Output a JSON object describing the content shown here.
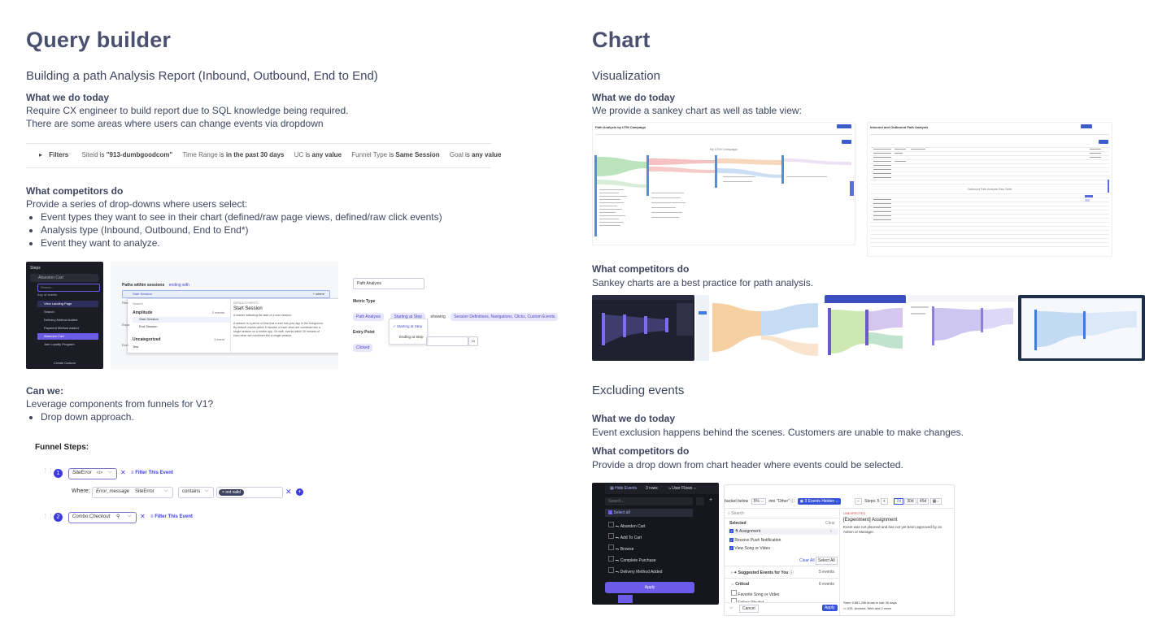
{
  "left": {
    "title": "Query builder",
    "subtitle": "Building a path Analysis Report (Inbound, Outbound, End to End)",
    "today_heading": "What we do today",
    "today_lines": [
      "Require CX engineer to build report due to SQL knowledge being required.",
      "There are some areas where users can change events via dropdown"
    ],
    "filters": {
      "label": "Filters",
      "items": [
        {
          "k": "Siteid",
          "op": "is",
          "v": "\"913-dumbgoodcom\""
        },
        {
          "k": "Time Range",
          "op": "is",
          "v": "in the past 30 days"
        },
        {
          "k": "UC",
          "op": "is",
          "v": "any value"
        },
        {
          "k": "Funnel Type",
          "op": "is",
          "v": "Same Session"
        },
        {
          "k": "Goal",
          "op": "is",
          "v": "any value"
        }
      ]
    },
    "competitors_heading": "What competitors do",
    "competitors_intro": "Provide a series of drop-downs where users select:",
    "competitors_bullets": [
      "Event types they want to see in their chart (defined/raw page views, defined/raw click events)",
      "Analysis type (Inbound, Outbound, End to End*)",
      "Event they want to analyze."
    ],
    "shot1": {
      "header": "Steps",
      "search_placeholder": "Search...",
      "rows": [
        "View Landing Page",
        "Search",
        "Delivery Method Added",
        "Payment Method Added",
        "Abandon Cart",
        "Join Loyalty Program"
      ],
      "footer": "Create Custom",
      "first": "Abandon Cart",
      "any": "Any of events"
    },
    "shot2": {
      "paths_label": "Paths within sessions",
      "ending_with": "ending with",
      "start_chip": "Start Session",
      "where": "+ where",
      "search": "Search",
      "group1": "Amplitude",
      "group1_count": "2 events",
      "items1": [
        "Start Session",
        "End Session"
      ],
      "group2": "Uncategorized",
      "group2_count": "1 event",
      "items2": [
        "Test"
      ],
      "detail_label": "DEFAULT EVENTS",
      "detail_title": "Start Session",
      "detail_desc1": "A marker indicating the start of a user session.",
      "detail_desc2": "A session is a period of time that a user has your app in the foreground. By default, events within 5 minutes of each other are combined into a single session on a mobile app. On web, events within 30 minutes of each other are combined into a single session.",
      "side_labels": [
        "Filte",
        "Expa",
        "Excl"
      ]
    },
    "shot3": {
      "input": "Path Analysis",
      "metric_type": "Metric Type",
      "path_analysis": "Path Analysis",
      "starting_at": "Starting at Step",
      "showing": "showing",
      "session_defs": "Session Definitions, Navigations, Clicks, Custom Events",
      "opt1": "Starting at Step",
      "opt2": "Ending at Step",
      "entry_point": "Entry Point",
      "clicked": "Clicked",
      "or": "Or"
    },
    "can_heading": "Can we:",
    "can_line": "Leverage components from funnels for V1?",
    "can_bullets": [
      "Drop down approach."
    ],
    "funnel": {
      "title": "Funnel Steps:",
      "step1": {
        "num": "1",
        "event": "SiteError",
        "filter": "Filter This Event"
      },
      "where": "Where:",
      "prop": "Error_message",
      "prop_src": "SiteError",
      "op": "contains",
      "value": "not valid",
      "step2": {
        "num": "2",
        "event": "Combo:Checkout",
        "filter": "Filter This Event"
      }
    }
  },
  "right": {
    "title": "Chart",
    "viz_heading": "Visualization",
    "today_heading": "What we do today",
    "today_line": "We provide a sankey chart as well as table view:",
    "sankey_title": "Path Analysis by UTM Campaign",
    "sankey_chart_title": "By UTM Campaign",
    "table_title": "Inbound and Outbound Path Analysis",
    "table_sub": "Outbound Path Analysis Raw Table",
    "competitors_heading": "What competitors do",
    "competitors_line": "Sankey charts are a best practice for path analysis.",
    "excl_heading": "Excluding events",
    "excl_today_heading": "What we do today",
    "excl_today_line": "Event exclusion happens behind the scenes. Customers are unable to make changes.",
    "excl_comp_heading": "What competitors do",
    "excl_comp_line": "Provide a drop down from chart header where events could be selected.",
    "dark_panel": {
      "tabs": [
        "Hide Events",
        "3 rows",
        "User Flows"
      ],
      "search": "Search...",
      "select_all": "Select all",
      "items": [
        "Abandon Cart",
        "Add To Cart",
        "Browse",
        "Complete Purchase",
        "Delivery Method Added"
      ],
      "apply": "Apply"
    },
    "light_panel": {
      "bucket": "bucket below",
      "pct": "5%",
      "into_other": "into \"Other\"",
      "hidden_btn": "3 Events Hidden",
      "steps": "Steps: 5",
      "ranges": [
        "7d",
        "30d",
        "45d"
      ],
      "search": "Search",
      "selected": "Selected",
      "clear": "Clear",
      "checked": [
        "Assignment",
        "Receive Push Notification",
        "View Song or Video"
      ],
      "clear_all": "Clear All",
      "select_all": "Select All",
      "suggested": "Suggested Events for You",
      "suggested_count": "5 events",
      "critical": "Critical",
      "critical_count": "6 events",
      "unchecked": [
        "Favorite Song or Video",
        "Follow Playlist"
      ],
      "cancel": "Cancel",
      "apply": "Apply",
      "badge": "UNEXPECTED",
      "detail_title": "[Experiment] Assignment",
      "detail_desc": "Event was not planned and has not yet been approved by an Admin or Manager.",
      "seen": "Seen 9,881,296 times in last 30 days",
      "platforms": "iOS, Android, Web and 2 more"
    }
  }
}
